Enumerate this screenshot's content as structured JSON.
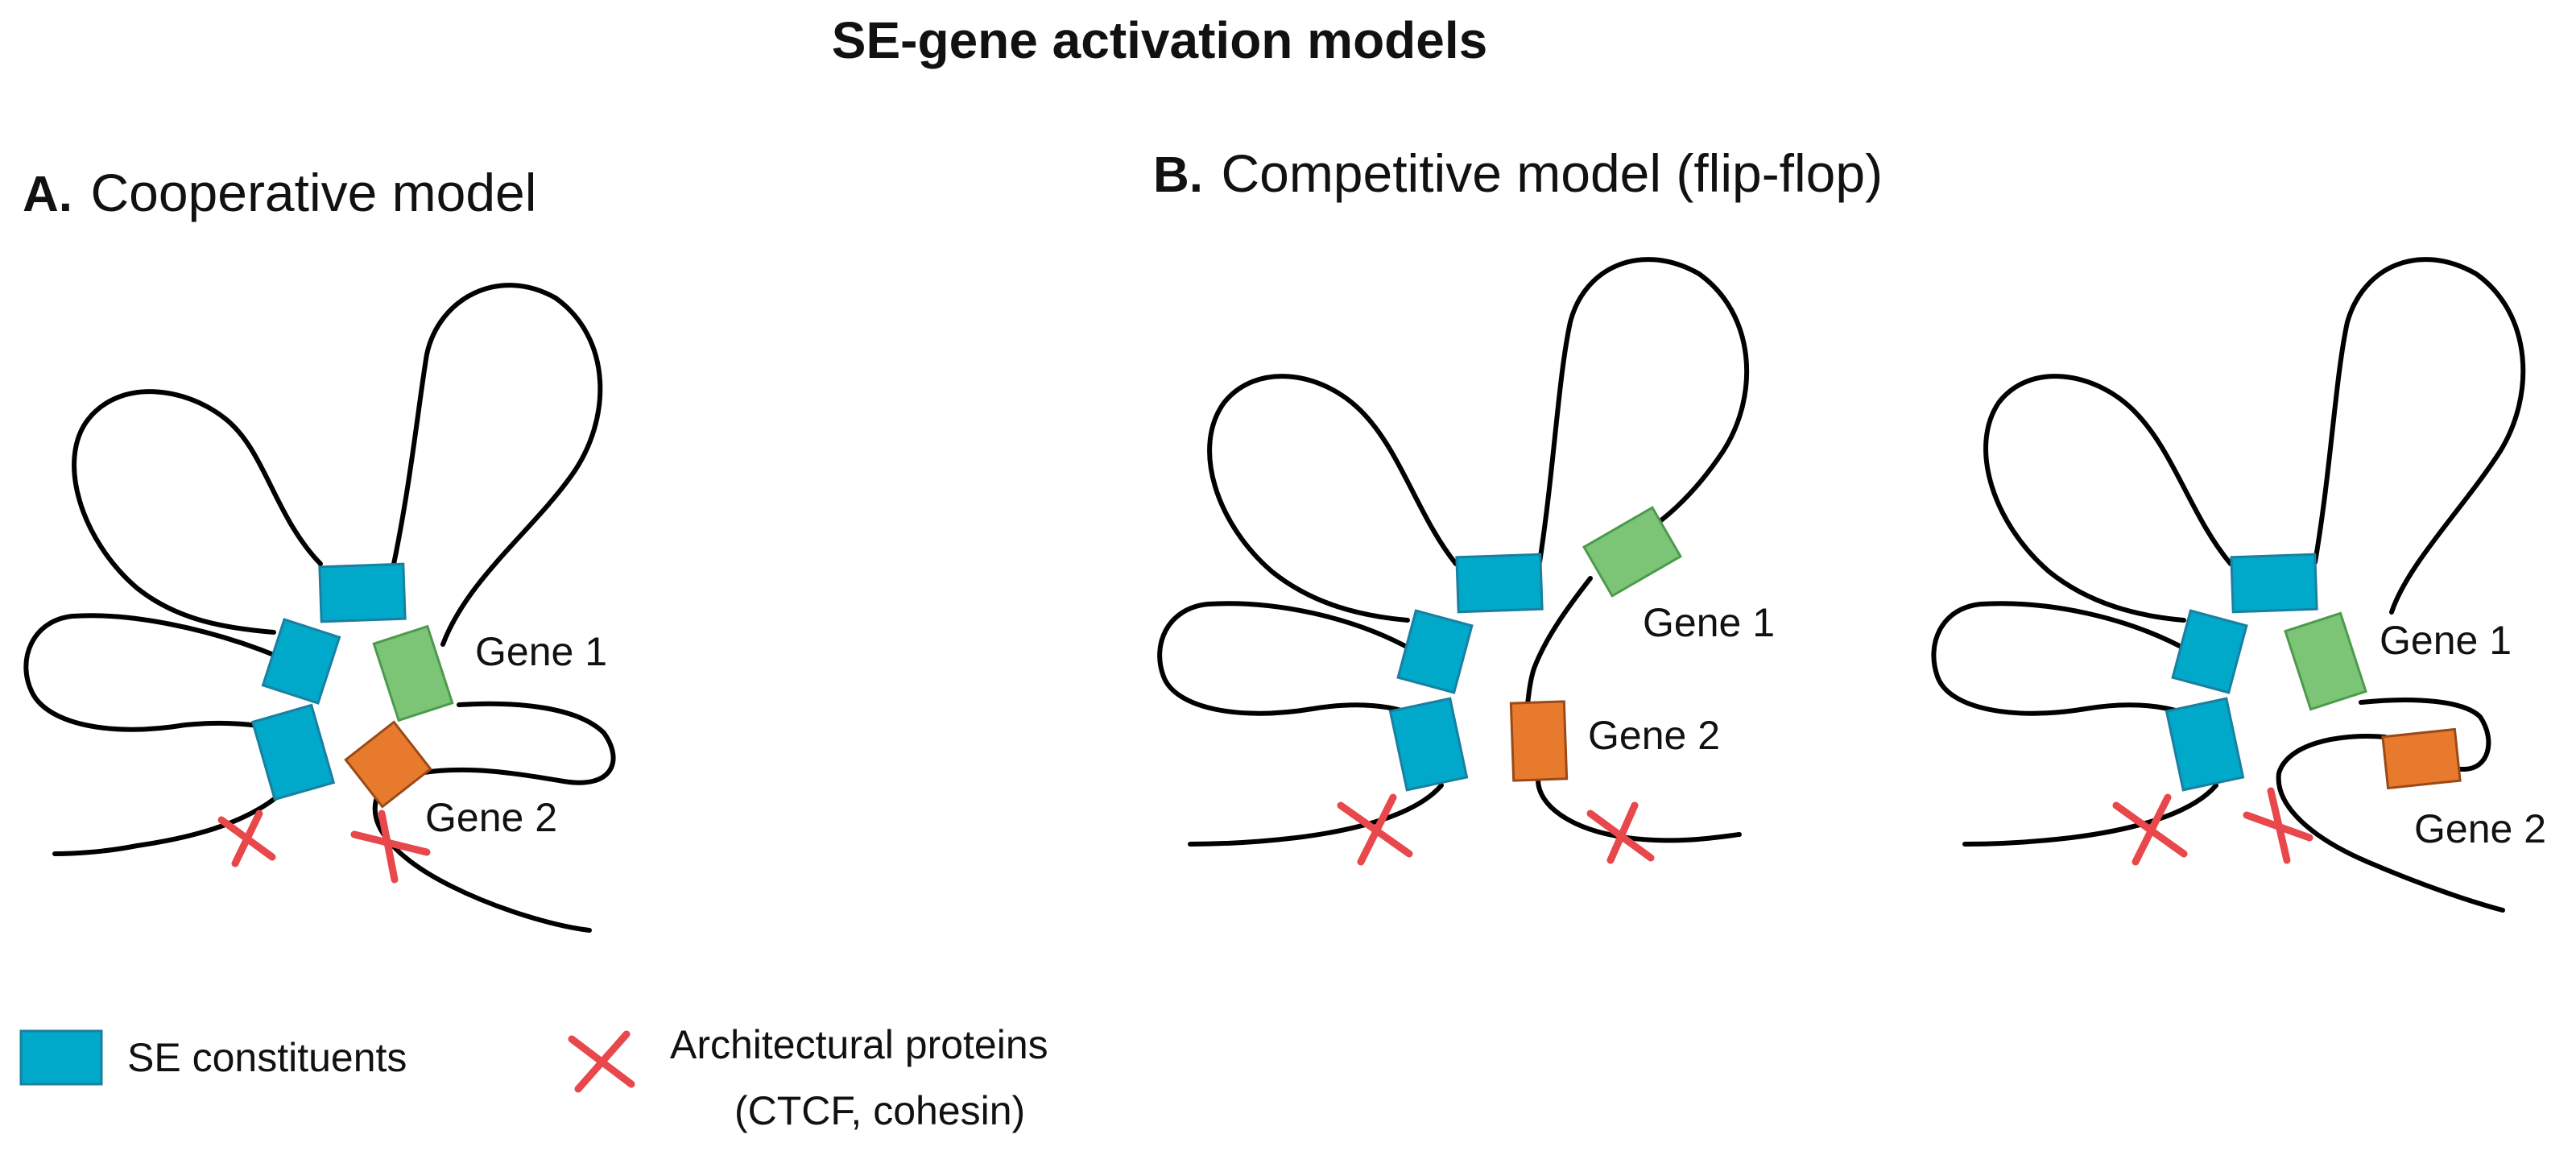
{
  "title": "SE-gene activation models",
  "panels": {
    "a": {
      "letter": "A.",
      "name": "Cooperative model"
    },
    "b": {
      "letter": "B.",
      "name": "Competitive model (flip-flop)"
    }
  },
  "labels": {
    "gene1": "Gene 1",
    "gene2": "Gene 2"
  },
  "legend": {
    "se_constituents": "SE constituents",
    "architectural_line1": "Architectural proteins",
    "architectural_line2": "(CTCF, cohesin)"
  },
  "colors": {
    "se_fill": "#00a9c9",
    "se_stroke": "#1a7fa0",
    "gene1_fill": "#7cc576",
    "gene1_stroke": "#4e9a4c",
    "gene2_fill": "#e87a2e",
    "gene2_stroke": "#9a4a16",
    "architectural": "#e8484c"
  }
}
